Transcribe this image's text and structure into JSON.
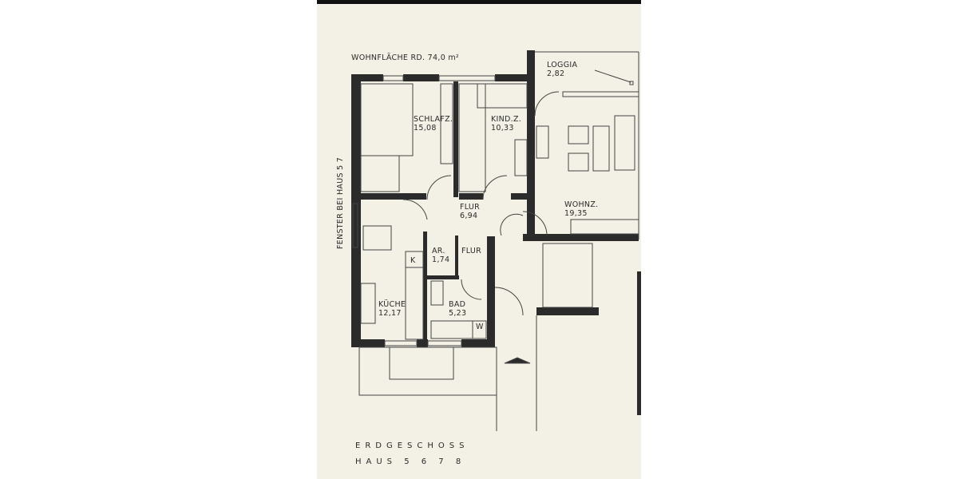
{
  "header": {
    "living_area": "WOHNFLÄCHE RD. 74,0 m²"
  },
  "side_note": "FENSTER BEI HAUS 5 7",
  "rooms": [
    {
      "name": "SCHLAFZ.",
      "area": "15,08"
    },
    {
      "name": "KIND.Z.",
      "area": "10,33"
    },
    {
      "name": "LOGGIA",
      "area": "2,82"
    },
    {
      "name": "WOHNZ.",
      "area": "19,35"
    },
    {
      "name": "FLUR",
      "area": "6,94"
    },
    {
      "name": "AR.",
      "area": "1,74"
    },
    {
      "name": "FLUR",
      "area": ""
    },
    {
      "name": "KÜCHE",
      "area": "12,17"
    },
    {
      "name": "BAD",
      "area": "5,23"
    }
  ],
  "fixtures": {
    "kitchen": "K",
    "washer": "W"
  },
  "footer": {
    "floor": "ERDGESCHOSS",
    "houses": "HAUS 5 6 7 8"
  },
  "colors": {
    "paper": "#f3f0e5",
    "ink": "#2b2b2b"
  }
}
